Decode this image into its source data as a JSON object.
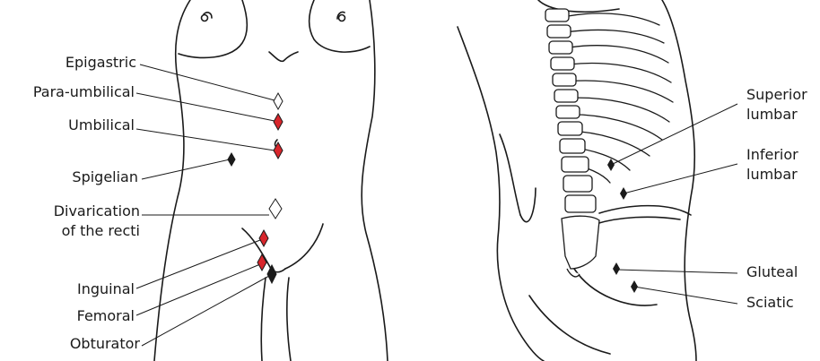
{
  "left_panel": {
    "labels": {
      "epigastric": "Epigastric",
      "para_umbilical": "Para-umbilical",
      "umbilical": "Umbilical",
      "spigelian": "Spigelian",
      "divarication_line1": "Divarication",
      "divarication_line2": "of the recti",
      "inguinal": "Inguinal",
      "femoral": "Femoral",
      "obturator": "Obturator"
    }
  },
  "right_panel": {
    "labels": {
      "superior_line1": "Superior",
      "superior_line2": "lumbar",
      "inferior_line1": "Inferior",
      "inferior_line2": "lumbar",
      "gluteal": "Gluteal",
      "sciatic": "Sciatic"
    }
  },
  "colors": {
    "ink": "#1a1a1a",
    "red_marker": "#d8262c",
    "background": "#ffffff"
  }
}
